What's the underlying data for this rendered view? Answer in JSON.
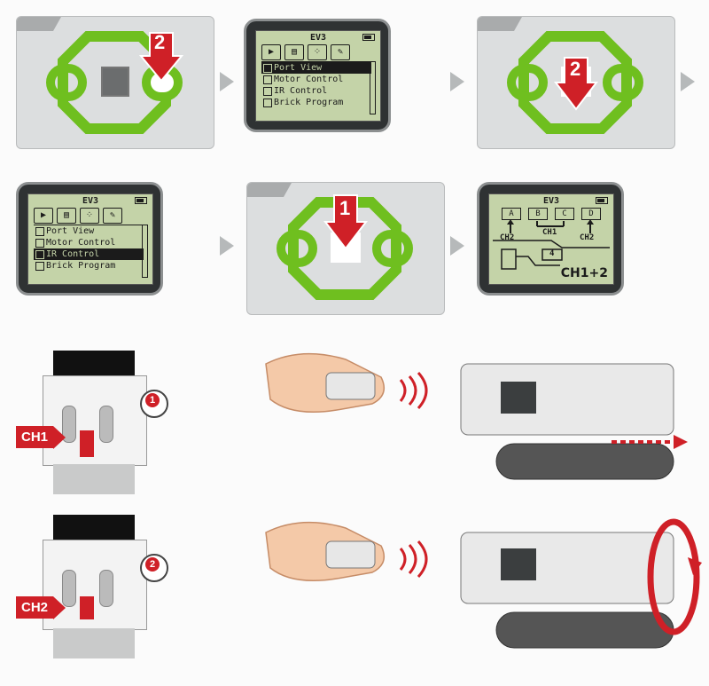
{
  "colors": {
    "accent_red": "#cf2027",
    "button_green": "#6fbf1f",
    "lcd_green": "#c4d3a8"
  },
  "brick_steps": {
    "step1_press": "2",
    "step3_press": "2",
    "step5_press": "1"
  },
  "lcd_menu": {
    "title": "EV3",
    "tab_icons": [
      "play-icon",
      "files-icon",
      "apps-icon",
      "wrench-icon"
    ],
    "items": [
      "Port View",
      "Motor Control",
      "IR Control",
      "Brick Program"
    ],
    "selected_step2": 0,
    "selected_step4": 2
  },
  "ir_control_screen": {
    "title": "EV3",
    "ports": [
      "A",
      "B",
      "C",
      "D"
    ],
    "channels_left": "CH2",
    "channels_mid": "CH1",
    "channels_right": "CH2",
    "port_number": "4",
    "mode": "CH1+2"
  },
  "remote_rows": [
    {
      "channel_label": "CH1",
      "callout": "1",
      "action": "linear-arrow"
    },
    {
      "channel_label": "CH2",
      "callout": "2",
      "action": "rotate-arrow"
    }
  ]
}
